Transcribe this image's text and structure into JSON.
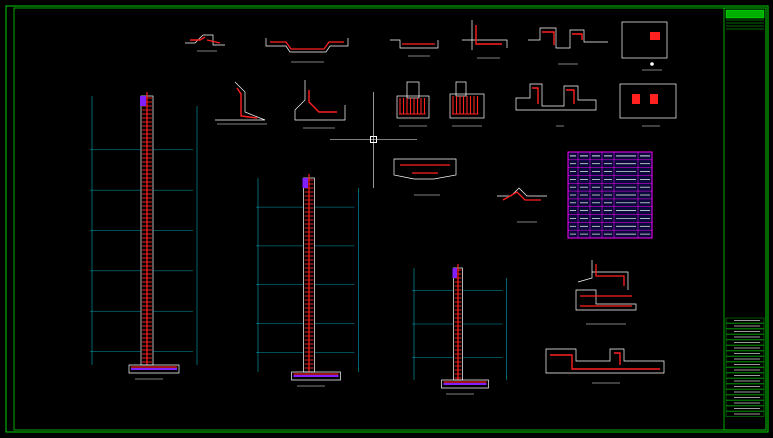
{
  "colors": {
    "background": "#000000",
    "frame": "#00d000",
    "rebar": "#ff2020",
    "outline": "#ffffff",
    "dimension": "#00c8e0",
    "table_border": "#ff00ff",
    "table_fill": "#0a0a3a",
    "title_block_green": "#00b000"
  },
  "table": {
    "header": [
      "",
      "",
      "",
      "",
      "",
      ""
    ],
    "rows": 10,
    "columns": 6
  },
  "title_block": {
    "cells": 18
  }
}
